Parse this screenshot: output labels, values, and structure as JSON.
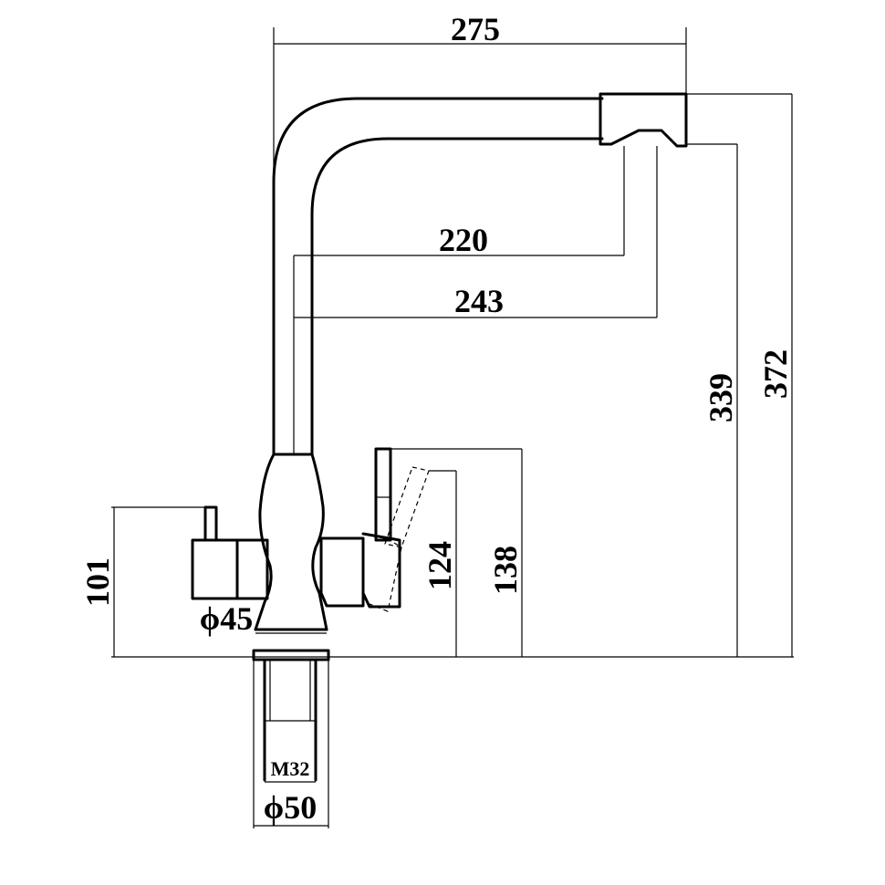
{
  "dimensions": {
    "d275": "275",
    "d220": "220",
    "d243": "243",
    "d339": "339",
    "d372": "372",
    "d101": "101",
    "d124": "124",
    "d138": "138",
    "phi45": "ϕ45",
    "phi50": "ϕ50",
    "m32": "M32"
  },
  "colors": {
    "line": "#000000",
    "background": "#ffffff"
  }
}
